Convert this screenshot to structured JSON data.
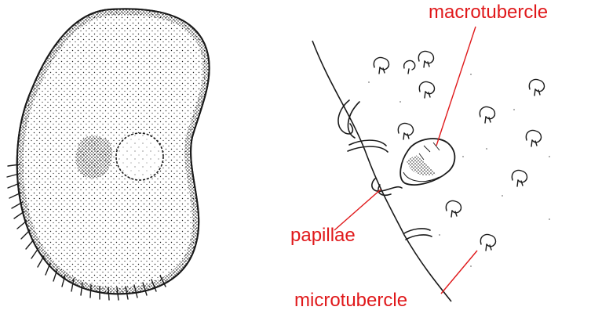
{
  "colors": {
    "label": "#e0191b",
    "ink": "#1a1a1a",
    "background": "#ffffff"
  },
  "figure": {
    "labels": {
      "macrotubercle": "macrotubercle",
      "papillae": "papillae",
      "microtubercle": "microtubercle"
    },
    "icons": [
      "cell-body-drawing",
      "micronucleus-blob",
      "nucleus-circle",
      "cilia-fringe",
      "cell-edge-line",
      "papilla-loop",
      "microtubercle-mark",
      "macrotubercle-mark"
    ]
  }
}
